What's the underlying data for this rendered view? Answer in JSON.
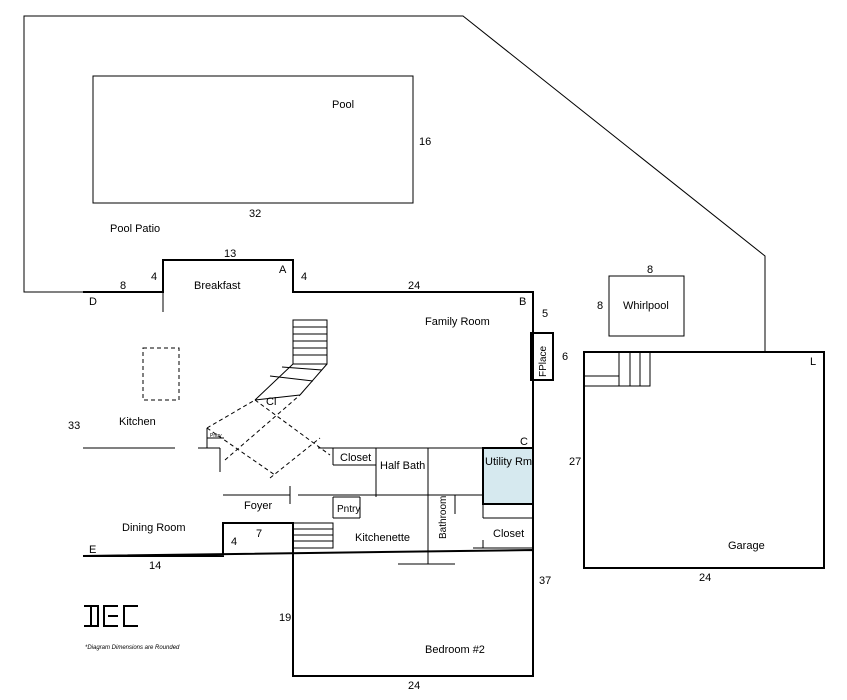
{
  "rooms": {
    "pool": "Pool",
    "pool_patio": "Pool Patio",
    "breakfast": "Breakfast",
    "family_room": "Family Room",
    "whirlpool": "Whirlpool",
    "fplace": "FPlace",
    "kitchen": "Kitchen",
    "cl": "Cl",
    "pntry_small": "Pntry",
    "closet_upper": "Closet",
    "half_bath": "Half Bath",
    "utility_rm": "Utility Rm",
    "foyer": "Foyer",
    "pntry": "Pntry",
    "dining_room": "Dining Room",
    "kitchenette": "Kitchenette",
    "bathroom": "Bathroom",
    "closet_lower": "Closet",
    "garage": "Garage",
    "bedroom2": "Bedroom #2"
  },
  "dims": {
    "pool_w": "32",
    "pool_h": "16",
    "breakfast_w": "13",
    "breakfast_l": "4",
    "breakfast_r": "4",
    "d_to_breakfast": "8",
    "family_top": "24",
    "fp_above": "5",
    "fp_depth": "6",
    "whirl_w": "8",
    "whirl_h": "8",
    "left_side": "33",
    "dining_bottom": "14",
    "step_h": "4",
    "step_w": "7",
    "bedroom_left": "19",
    "right_side": "37",
    "bedroom_bottom": "24",
    "garage_h": "27",
    "garage_w": "24"
  },
  "points": {
    "a": "A",
    "b": "B",
    "c": "C",
    "d": "D",
    "e": "E",
    "l": "L"
  },
  "logo": "DEC",
  "footnote": "*Diagram Dimensions are Rounded",
  "colors": {
    "utility_fill": "#d6e9ef",
    "line": "#000000"
  }
}
